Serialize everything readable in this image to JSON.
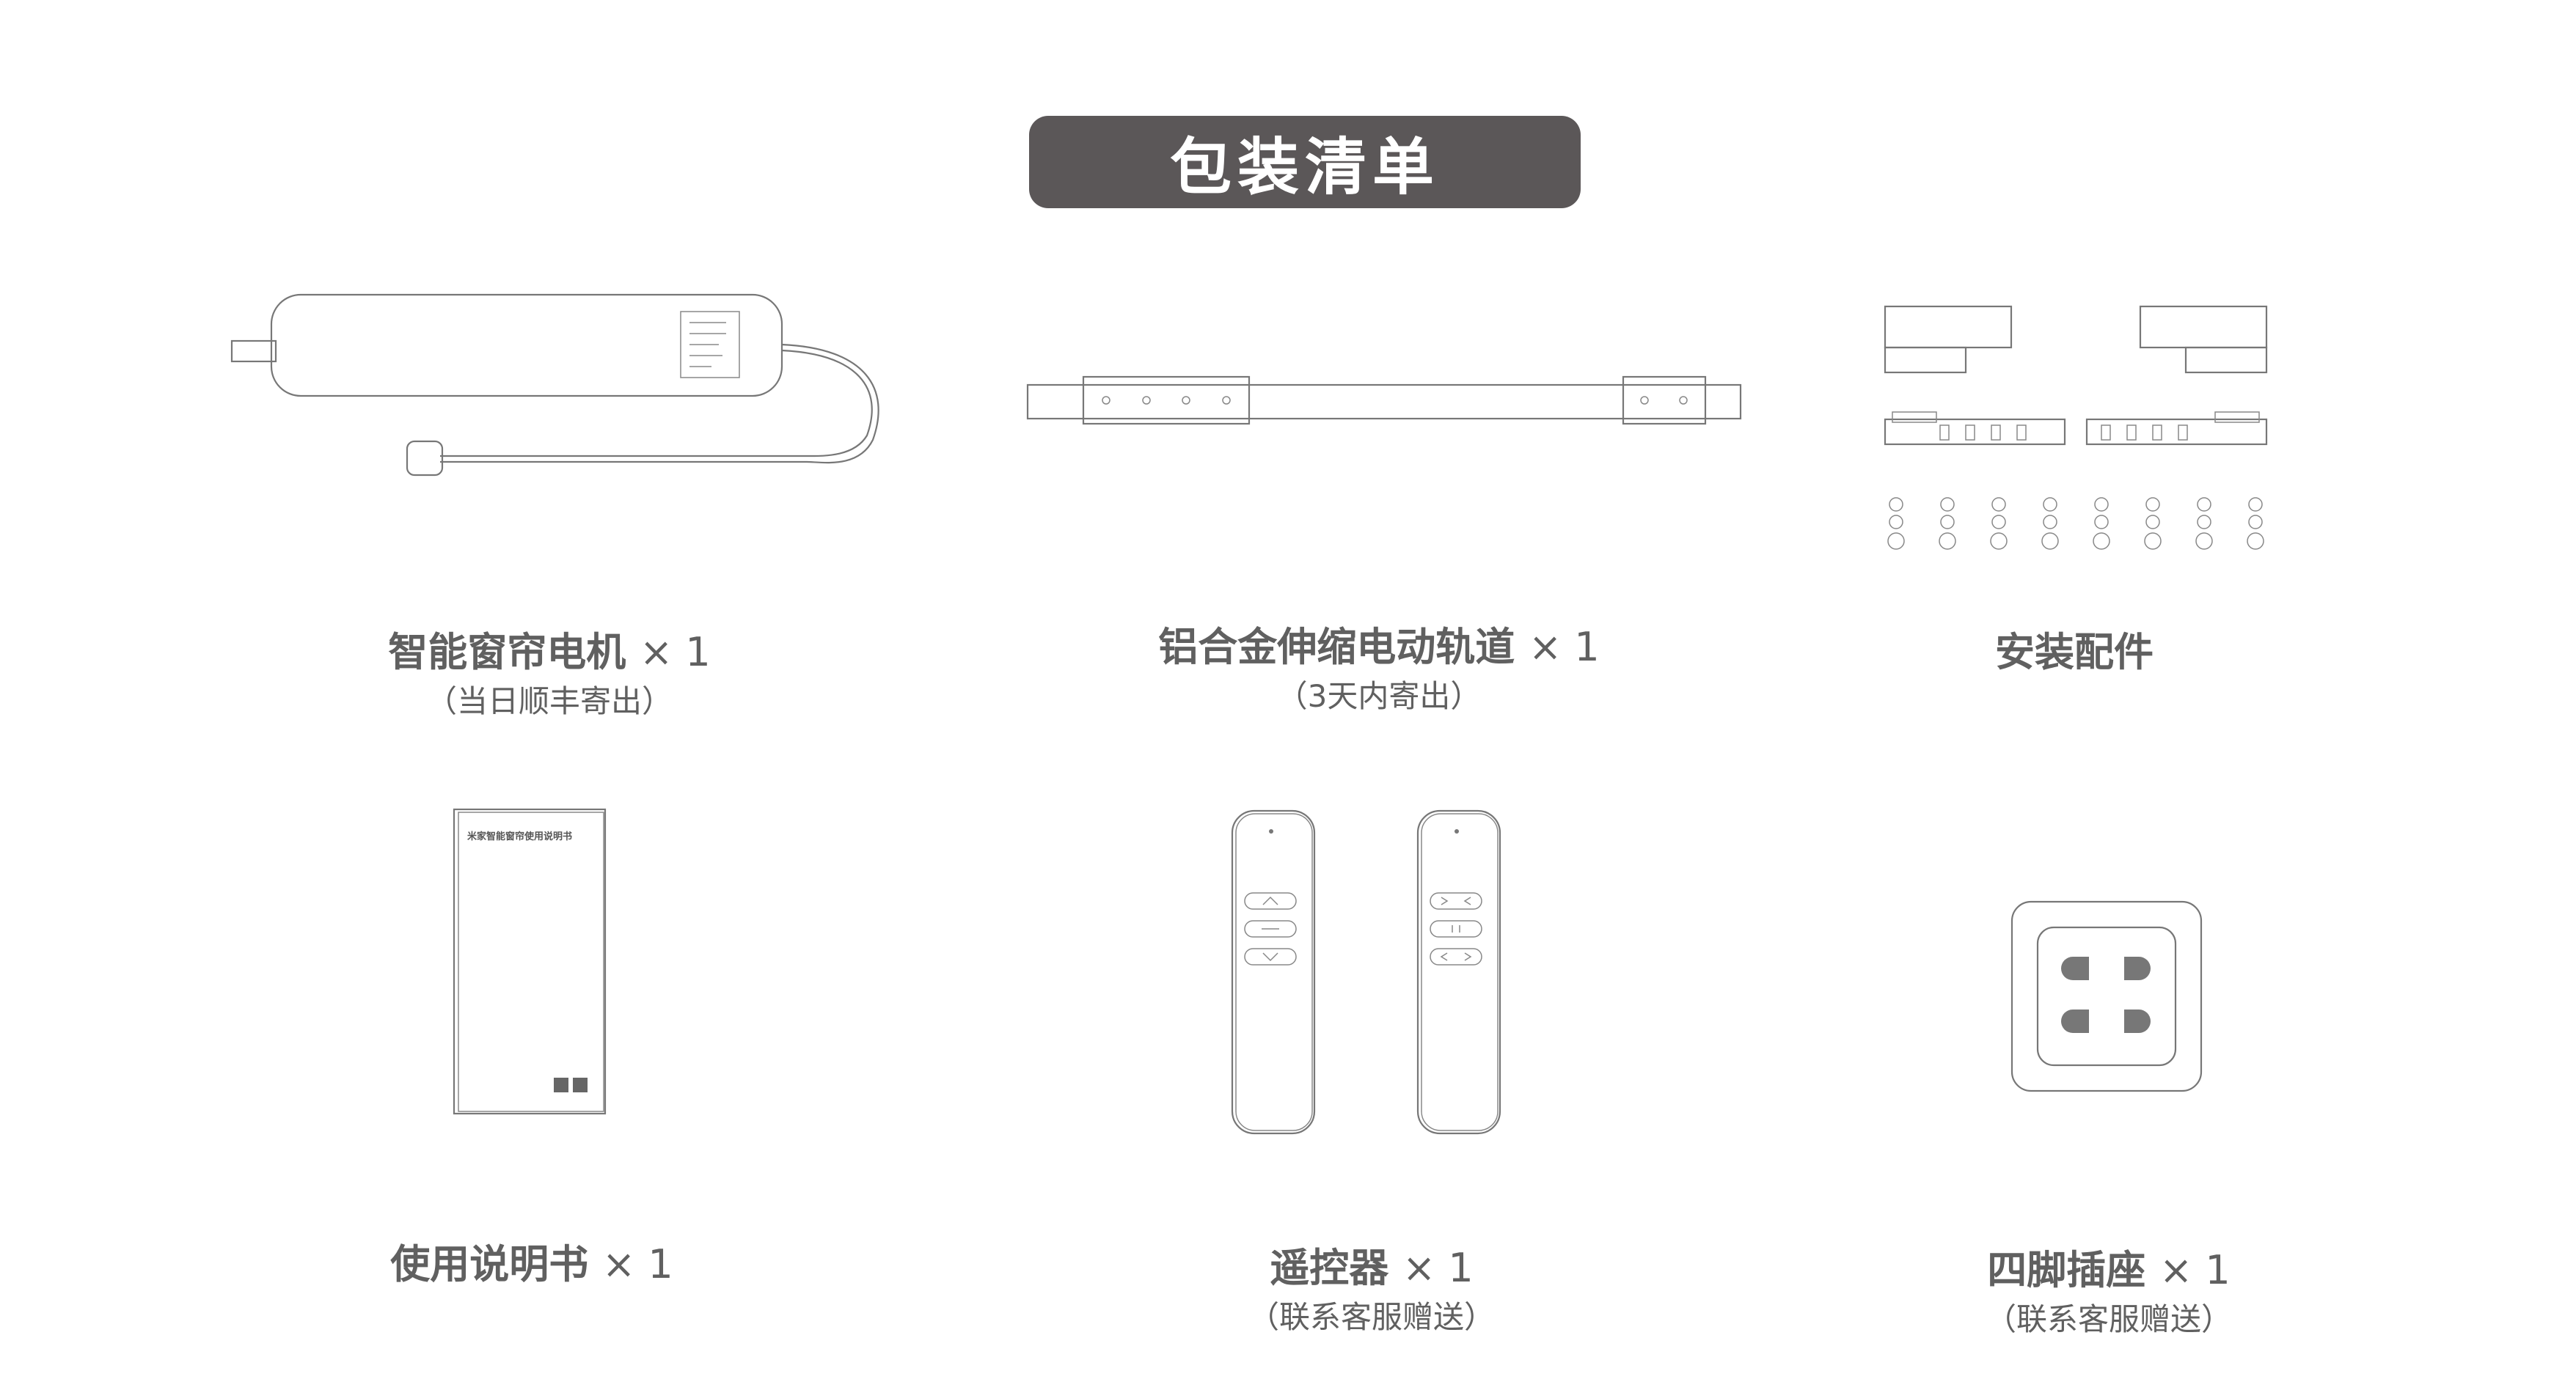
{
  "header": {
    "title": "包装清单"
  },
  "items": [
    {
      "name": "智能窗帘电机",
      "qty": "× 1",
      "note": "（当日顺丰寄出）"
    },
    {
      "name": "铝合金伸缩电动轨道",
      "qty": "× 1",
      "note": "（3天内寄出）"
    },
    {
      "name": "安装配件",
      "qty": "",
      "note": ""
    },
    {
      "name": "使用说明书",
      "qty": "× 1",
      "note": ""
    },
    {
      "name": "遥控器",
      "qty": "× 1",
      "note": "（联系客服赠送）"
    },
    {
      "name": "四脚插座",
      "qty": "× 1",
      "note": "（联系客服赠送）"
    }
  ],
  "manual": {
    "cover_text": "米家智能窗帘使用说明书"
  },
  "icons": [
    "curtain-motor-icon",
    "telescopic-rail-icon",
    "mounting-parts-icon",
    "manual-icon",
    "remote-controls-icon",
    "power-socket-icon"
  ],
  "colors": {
    "banner_bg": "#5b5758",
    "banner_text": "#ffffff",
    "caption_text": "#606060",
    "line_art": "#777777"
  }
}
